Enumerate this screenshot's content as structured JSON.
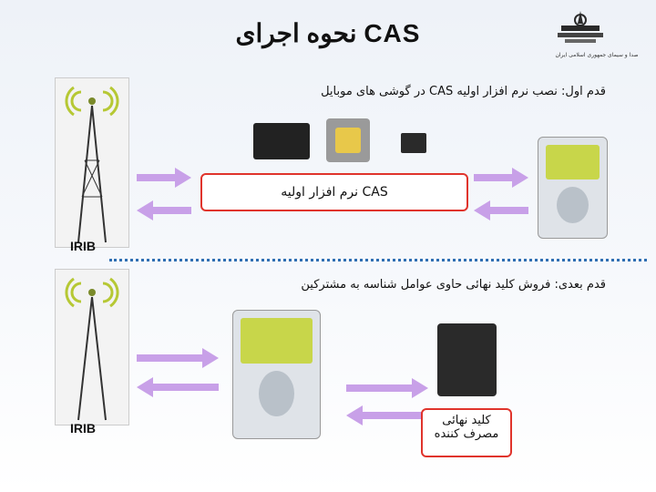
{
  "title": "نحوه اجرای CAS",
  "logo": {
    "subtitle": "صدا و سیمای جمهوری اسلامی ایران"
  },
  "step1": {
    "text": "قدم اول: نصب نرم افزار اولیه CAS در گوشی های موبایل"
  },
  "step2": {
    "text": "قدم بعدی: فروش کلید نهائی حاوی عوامل شناسه به مشترکین"
  },
  "center_box": {
    "label": "نرم افزار اولیه CAS"
  },
  "bottom_box": {
    "line1": "کلید نهائی",
    "line2": "مصرف کننده"
  },
  "irib_top": "IRIB",
  "irib_bottom": "IRIB",
  "colors": {
    "accent": "#2f6fb3",
    "arrow": "#c8a0e8",
    "box_border": "#e0342c"
  }
}
